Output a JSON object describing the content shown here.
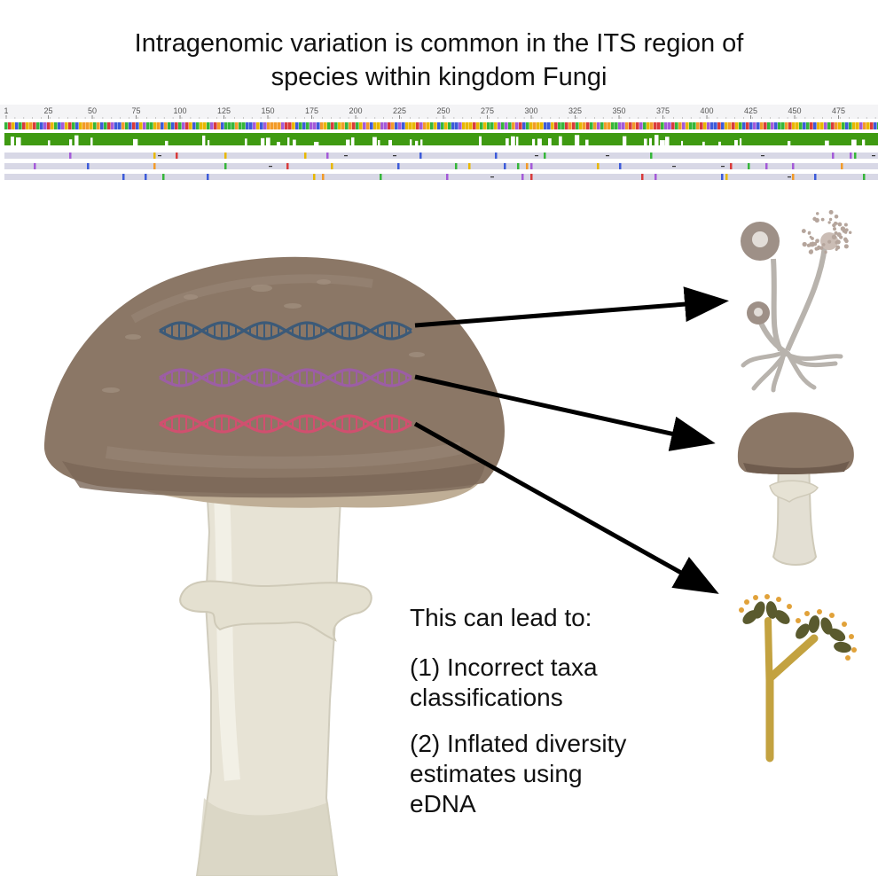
{
  "title": {
    "line1": "Intragenomic variation is common in the ITS region of",
    "line2": "species within kingdom Fungi"
  },
  "alignment": {
    "ruler_ticks": [
      "1",
      "25",
      "50",
      "75",
      "100",
      "125",
      "150",
      "175",
      "200",
      "225",
      "250",
      "275",
      "300",
      "325",
      "350",
      "375",
      "400",
      "425",
      "450",
      "475"
    ],
    "consensus_color": "#3f9a12",
    "track_color": "#d8d8e6",
    "base_colors": [
      "#e8b800",
      "#3d5bd9",
      "#36b63a",
      "#d93b3b",
      "#a45ad8",
      "#f29b2a"
    ]
  },
  "diagram": {
    "dna_colors": [
      "#3c5a78",
      "#9c5ea4",
      "#d0506f"
    ],
    "cap_color": "#8b7766",
    "stem_color": "#e5e1d2"
  },
  "notes": {
    "heading": "This can lead to:",
    "item1_line1": "(1) Incorrect taxa",
    "item1_line2": "classifications",
    "item2_line1": "(2) Inflated diversity",
    "item2_line2": "estimates using",
    "item2_line3": "eDNA"
  }
}
